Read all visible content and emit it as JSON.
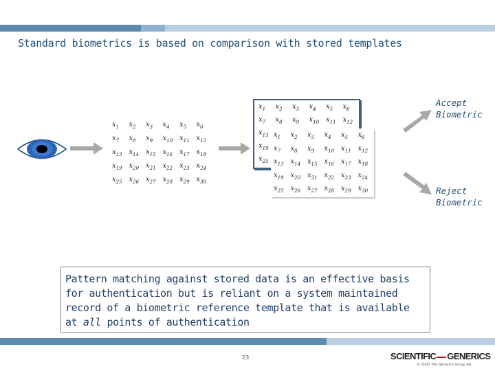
{
  "title": "Standard biometrics is based on comparison with stored templates",
  "grid_a": {
    "rows": [
      [
        "x1",
        "x2",
        "x3",
        "x4",
        "x5",
        "x6"
      ],
      [
        "x7",
        "x8",
        "x9",
        "x10",
        "x11",
        "x12"
      ],
      [
        "x13",
        "x14",
        "x15",
        "x16",
        "x17",
        "x18"
      ],
      [
        "x19",
        "x20",
        "x21",
        "x22",
        "x23",
        "x24"
      ],
      [
        "x25",
        "x26",
        "x27",
        "x28",
        "x29",
        "x30"
      ]
    ]
  },
  "grid_b": {
    "rows": [
      [
        "x1",
        "x2",
        "x3",
        "x4",
        "x5",
        "x6"
      ],
      [
        "x7",
        "x8",
        "x9",
        "x10",
        "x11",
        "x12"
      ],
      [
        "x13"
      ],
      [
        "x19"
      ],
      [
        "x25"
      ]
    ]
  },
  "grid_c": {
    "rows": [
      [
        "x1",
        "x2",
        "x3",
        "x4",
        "x5",
        "x6"
      ],
      [
        "x7",
        "x8",
        "x9",
        "x10",
        "x11",
        "x12"
      ],
      [
        "x13",
        "x14",
        "x15",
        "x16",
        "x17",
        "x18"
      ],
      [
        "x19",
        "x20",
        "x21",
        "x22",
        "x23",
        "x24"
      ],
      [
        "x25",
        "x26",
        "x27",
        "x28",
        "x29",
        "x30"
      ]
    ]
  },
  "accept_label": [
    "Accept",
    "Biometric"
  ],
  "reject_label": [
    "Reject",
    "Biometric"
  ],
  "textbox": {
    "part1": "Pattern matching against stored data is an effective basis for authentication but is reliant on a system maintained record of a biometric reference template that is available at ",
    "emphasis": "all",
    "part2": " points of authentication"
  },
  "page_number": "23",
  "logo": {
    "left": "SCIENTIFIC",
    "right": "GENERICS"
  },
  "copyright": "© 2005 The Generics Group AG",
  "colors": {
    "accent": "#1f4e79",
    "bar": "#5f8ab0",
    "bar_light": "#b9cfe1",
    "logo_red": "#c0181f"
  }
}
